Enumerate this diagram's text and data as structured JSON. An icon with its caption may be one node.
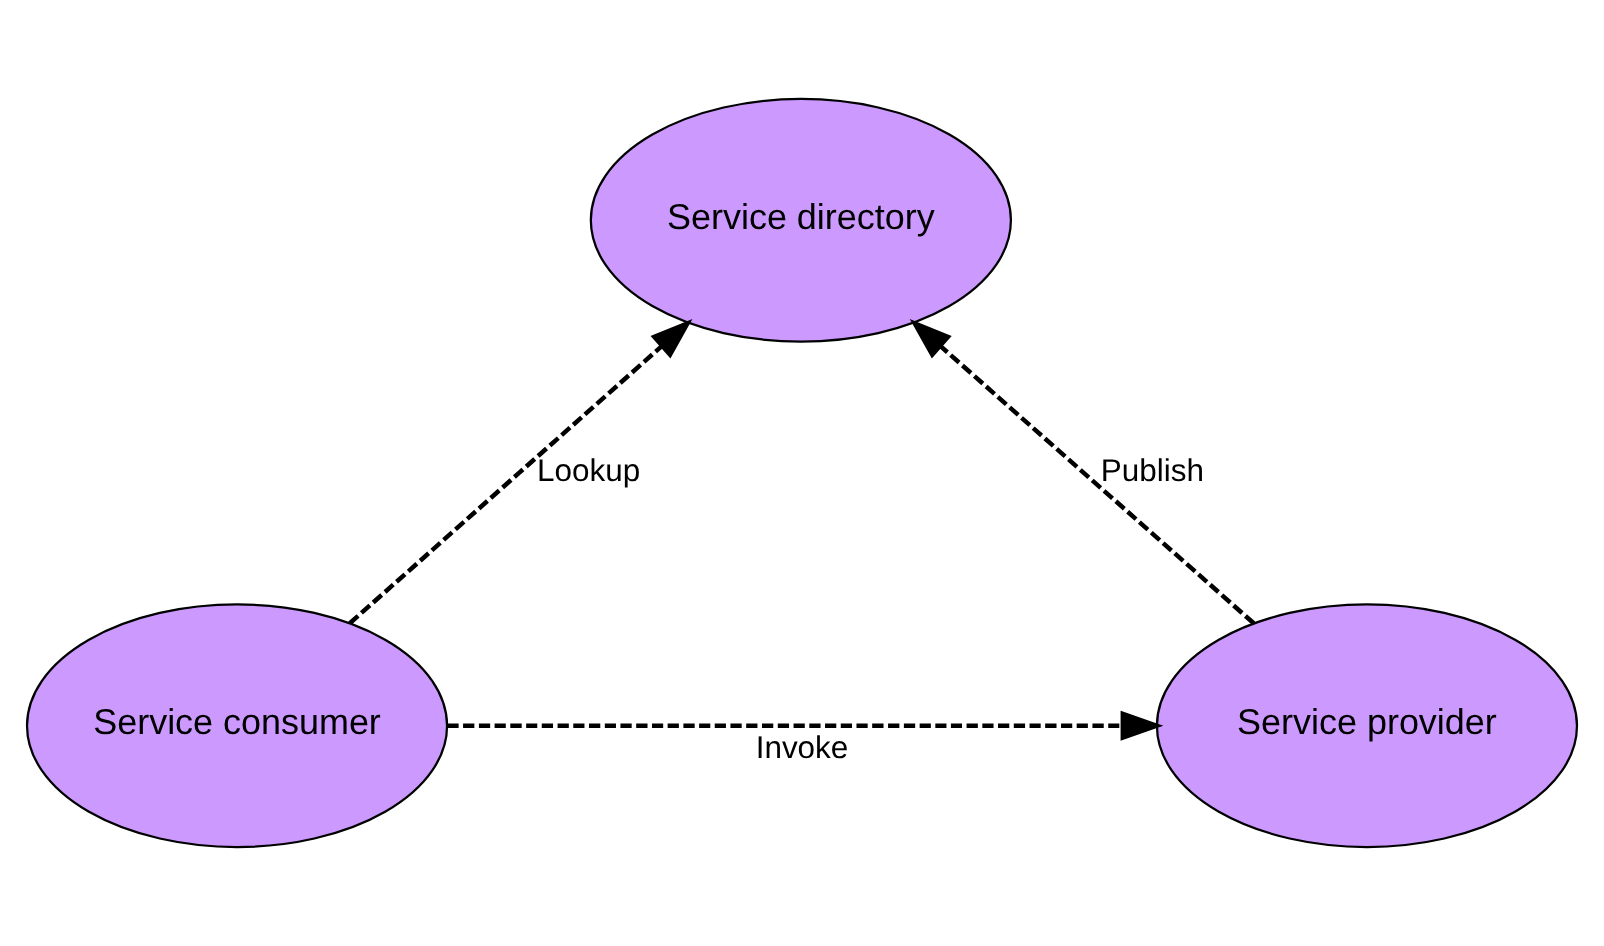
{
  "diagram": {
    "nodes": [
      {
        "text": [
          "Service directory"
        ]
      },
      {
        "text": [
          "Service consumer"
        ]
      },
      {
        "text": [
          "Service provider"
        ]
      }
    ],
    "edges": [
      {
        "from": 1,
        "to": 0,
        "arrow": "to",
        "label": "Lookup",
        "style": "dashed"
      },
      {
        "from": 2,
        "to": 0,
        "arrow": "to",
        "label": "Publish",
        "style": "dashed"
      },
      {
        "from": 1,
        "to": 2,
        "arrow": "to",
        "label": "Invoke",
        "style": "dashed"
      }
    ]
  }
}
